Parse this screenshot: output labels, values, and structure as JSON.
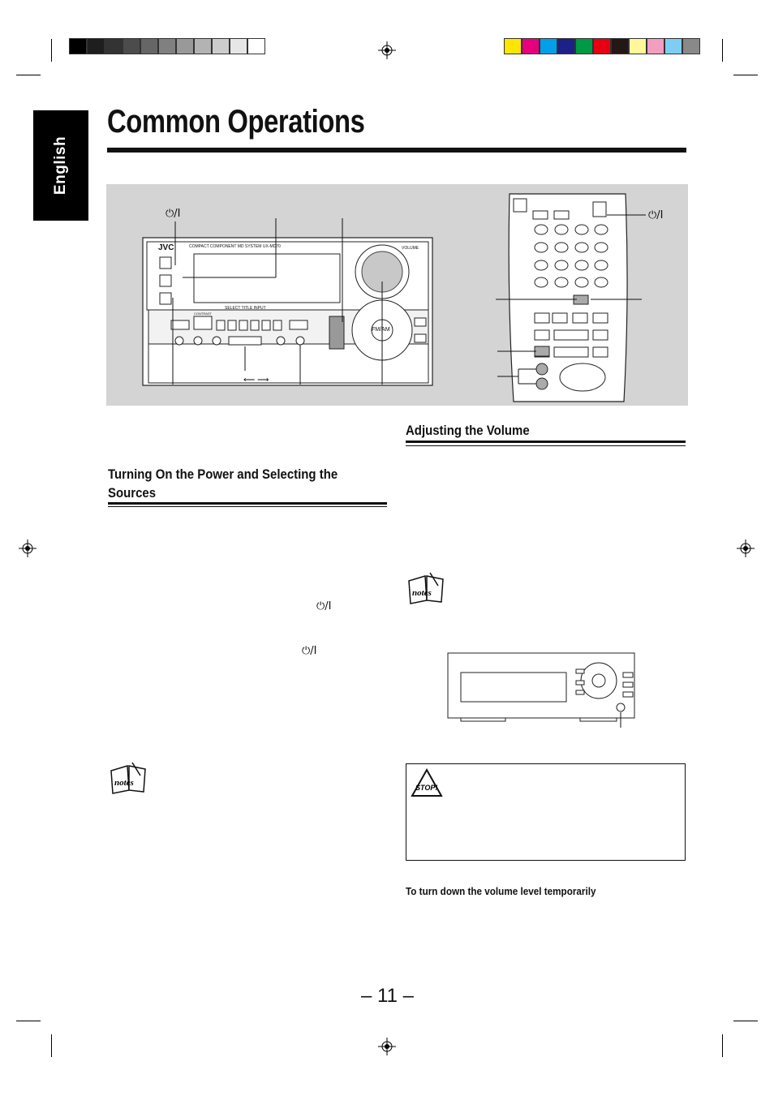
{
  "page": {
    "side_tab": "English",
    "title": "Common Operations",
    "section_volume": "Adjusting the Volume",
    "section_power": "Turning On the Power and Selecting the Sources",
    "subhead_mute": "To turn down the volume level temporarily",
    "page_number": "– 11 –",
    "power_symbol": "⏻/I"
  },
  "figure": {
    "brand": "JVC",
    "model_text": "COMPACT COMPONENT MD SYSTEM UX-MD70",
    "volume_label": "VOLUME",
    "fm_am": "FM/AM",
    "select_title_input": "SELECT TITLE INPUT",
    "display_contrast": "CONTRAST",
    "arrows": "⟵ ⟶"
  },
  "icons": {
    "notes_1": "notes",
    "notes_2": "notes",
    "stop": "STOP!"
  },
  "colors": {
    "gray_bar": [
      "#000000",
      "#1e1e1e",
      "#333333",
      "#4c4c4c",
      "#666666",
      "#808080",
      "#999999",
      "#b3b3b3",
      "#cccccc",
      "#e6e6e6",
      "#ffffff"
    ],
    "color_bar": [
      "#ffe600",
      "#e6007e",
      "#00a0e9",
      "#1d2088",
      "#009944",
      "#e60012",
      "#231815",
      "#fff799",
      "#f19ec2",
      "#7ecef4",
      "#898989"
    ],
    "figure_bg": "#d4d4d4"
  }
}
